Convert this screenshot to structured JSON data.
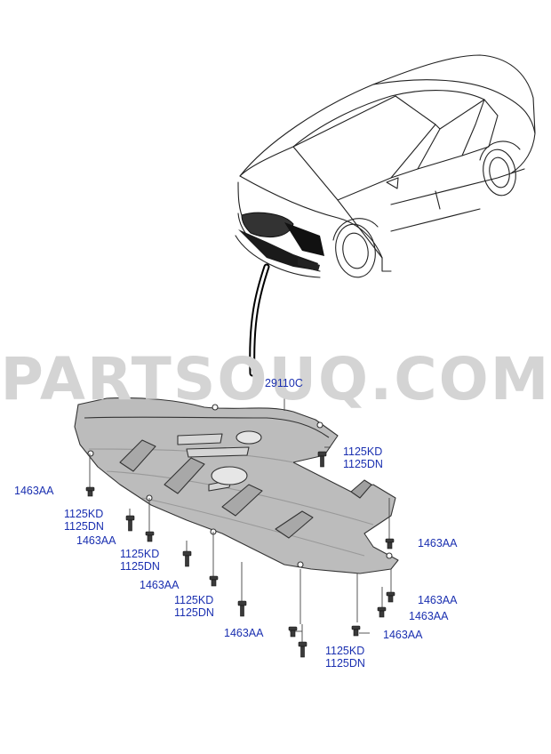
{
  "watermark": "PARTSOUQ.COM",
  "part_callout": "29110C",
  "labels": {
    "l1": "1463AA",
    "l2a": "1125KD",
    "l2b": "1125DN",
    "l3": "1463AA",
    "l4a": "1125KD",
    "l4b": "1125DN",
    "l5": "1463AA",
    "l6a": "1125KD",
    "l6b": "1125DN",
    "l7": "1463AA",
    "l8a": "1125KD",
    "l8b": "1125DN",
    "r1a": "1125KD",
    "r1b": "1125DN",
    "r2": "1463AA",
    "r3": "1463AA",
    "r4": "1463AA",
    "r5": "1463AA"
  },
  "colors": {
    "label": "#1a2fb0",
    "watermark": "#d4d4d4",
    "line": "#000000"
  }
}
